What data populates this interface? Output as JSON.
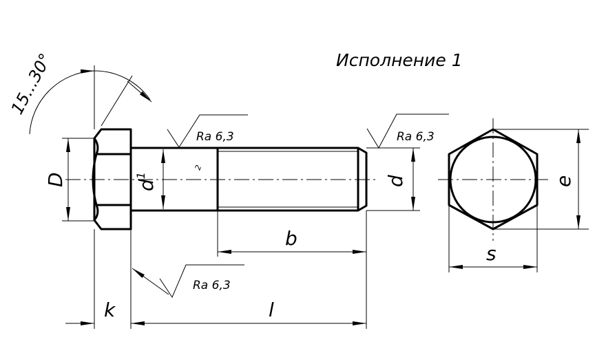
{
  "title": "Исполнение 1",
  "angle_label": "15...30°",
  "roughness_labels": [
    "Ra 6,3",
    "Ra 6,3",
    "Ra 6,3"
  ],
  "dimension_labels": {
    "D": "D",
    "d1_main": "d",
    "d1_sub": "1",
    "d": "d",
    "e": "e",
    "s": "s",
    "b": "b",
    "l": "l",
    "k": "k"
  },
  "section_mark": "2",
  "colors": {
    "line": "#000000",
    "background": "#ffffff"
  }
}
